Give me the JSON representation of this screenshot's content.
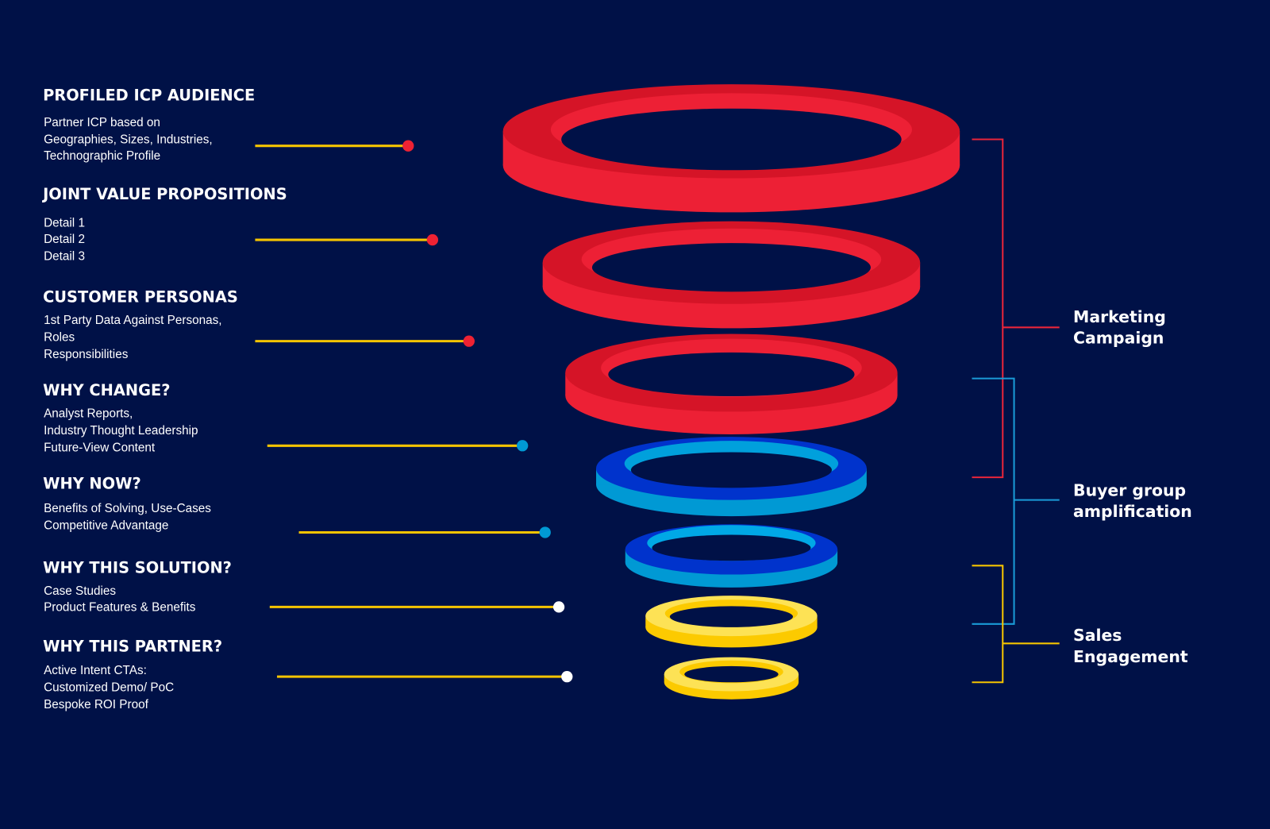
{
  "stages": [
    {
      "title": "PROFILED ICP AUDIENCE",
      "lines": [
        "Partner ICP based on",
        "Geographies, Sizes, Industries,",
        "Technographic Profile"
      ],
      "dot_color": "#ee2233"
    },
    {
      "title": "JOINT VALUE PROPOSITIONS",
      "lines": [
        "Detail 1",
        "Detail 2",
        "Detail 3"
      ],
      "dot_color": "#ee2233"
    },
    {
      "title": "CUSTOMER PERSONAS",
      "lines": [
        "1st Party Data Against Personas,",
        "Roles",
        "Responsibilities"
      ],
      "dot_color": "#ee2233"
    },
    {
      "title": "WHY CHANGE?",
      "lines": [
        "Analyst Reports,",
        "Industry Thought Leadership",
        "Future-View Content"
      ],
      "dot_color": "#0099d4"
    },
    {
      "title": "WHY NOW?",
      "lines": [
        "Benefits of Solving, Use-Cases",
        "Competitive Advantage"
      ],
      "dot_color": "#0099d4"
    },
    {
      "title": "WHY THIS SOLUTION?",
      "lines": [
        "Case Studies",
        "Product Features & Benefits"
      ],
      "dot_color": "#ffffff"
    },
    {
      "title": "WHY THIS PARTNER?",
      "lines": [
        "Active Intent CTAs:",
        "Customized Demo/ PoC",
        "Bespoke ROI Proof"
      ],
      "dot_color": "#ffffff"
    }
  ],
  "groups": [
    {
      "lines": [
        "Marketing",
        "Campaign"
      ],
      "color": "#e8253a"
    },
    {
      "lines": [
        "Buyer group",
        "amplification"
      ],
      "color": "#1a9bd7"
    },
    {
      "lines": [
        "Sales",
        "Engagement"
      ],
      "color": "#f5c400"
    }
  ],
  "colors": {
    "background": "#001147",
    "connector": "#f5c400"
  }
}
